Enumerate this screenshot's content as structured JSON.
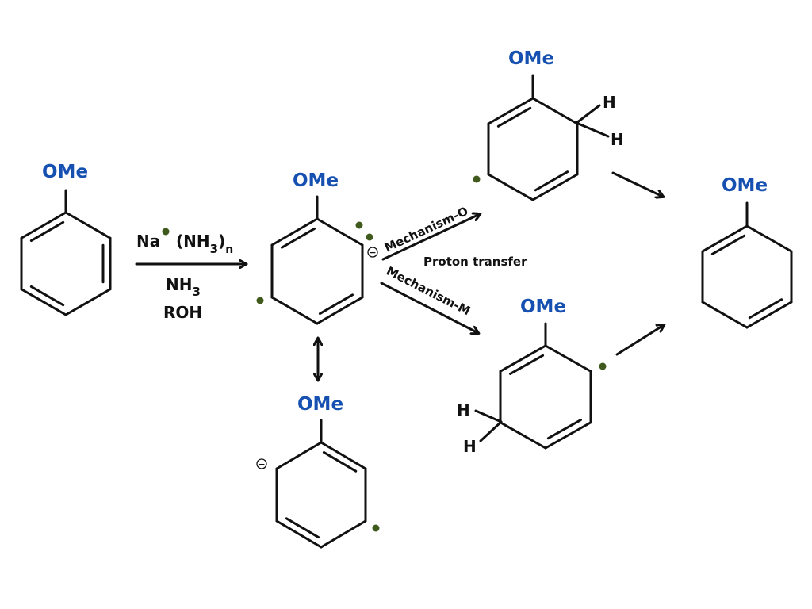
{
  "substituent_label": "OMe",
  "reagents": {
    "above": {
      "metal": "Na",
      "complex": "(NH",
      "sub3": "3",
      "close": ")",
      "subn": "n"
    },
    "below_1": {
      "text": "NH",
      "sub": "3"
    },
    "below_2": "ROH"
  },
  "pathways": {
    "upper": "Mechanism-O",
    "lower": "Mechanism-M",
    "middle": "Proton transfer"
  },
  "hydrogen_label": "H",
  "charge_symbol": "−",
  "colors": {
    "substituent": "#1650b0",
    "radical_dot": "#3f5a1c",
    "bond": "#111111"
  }
}
